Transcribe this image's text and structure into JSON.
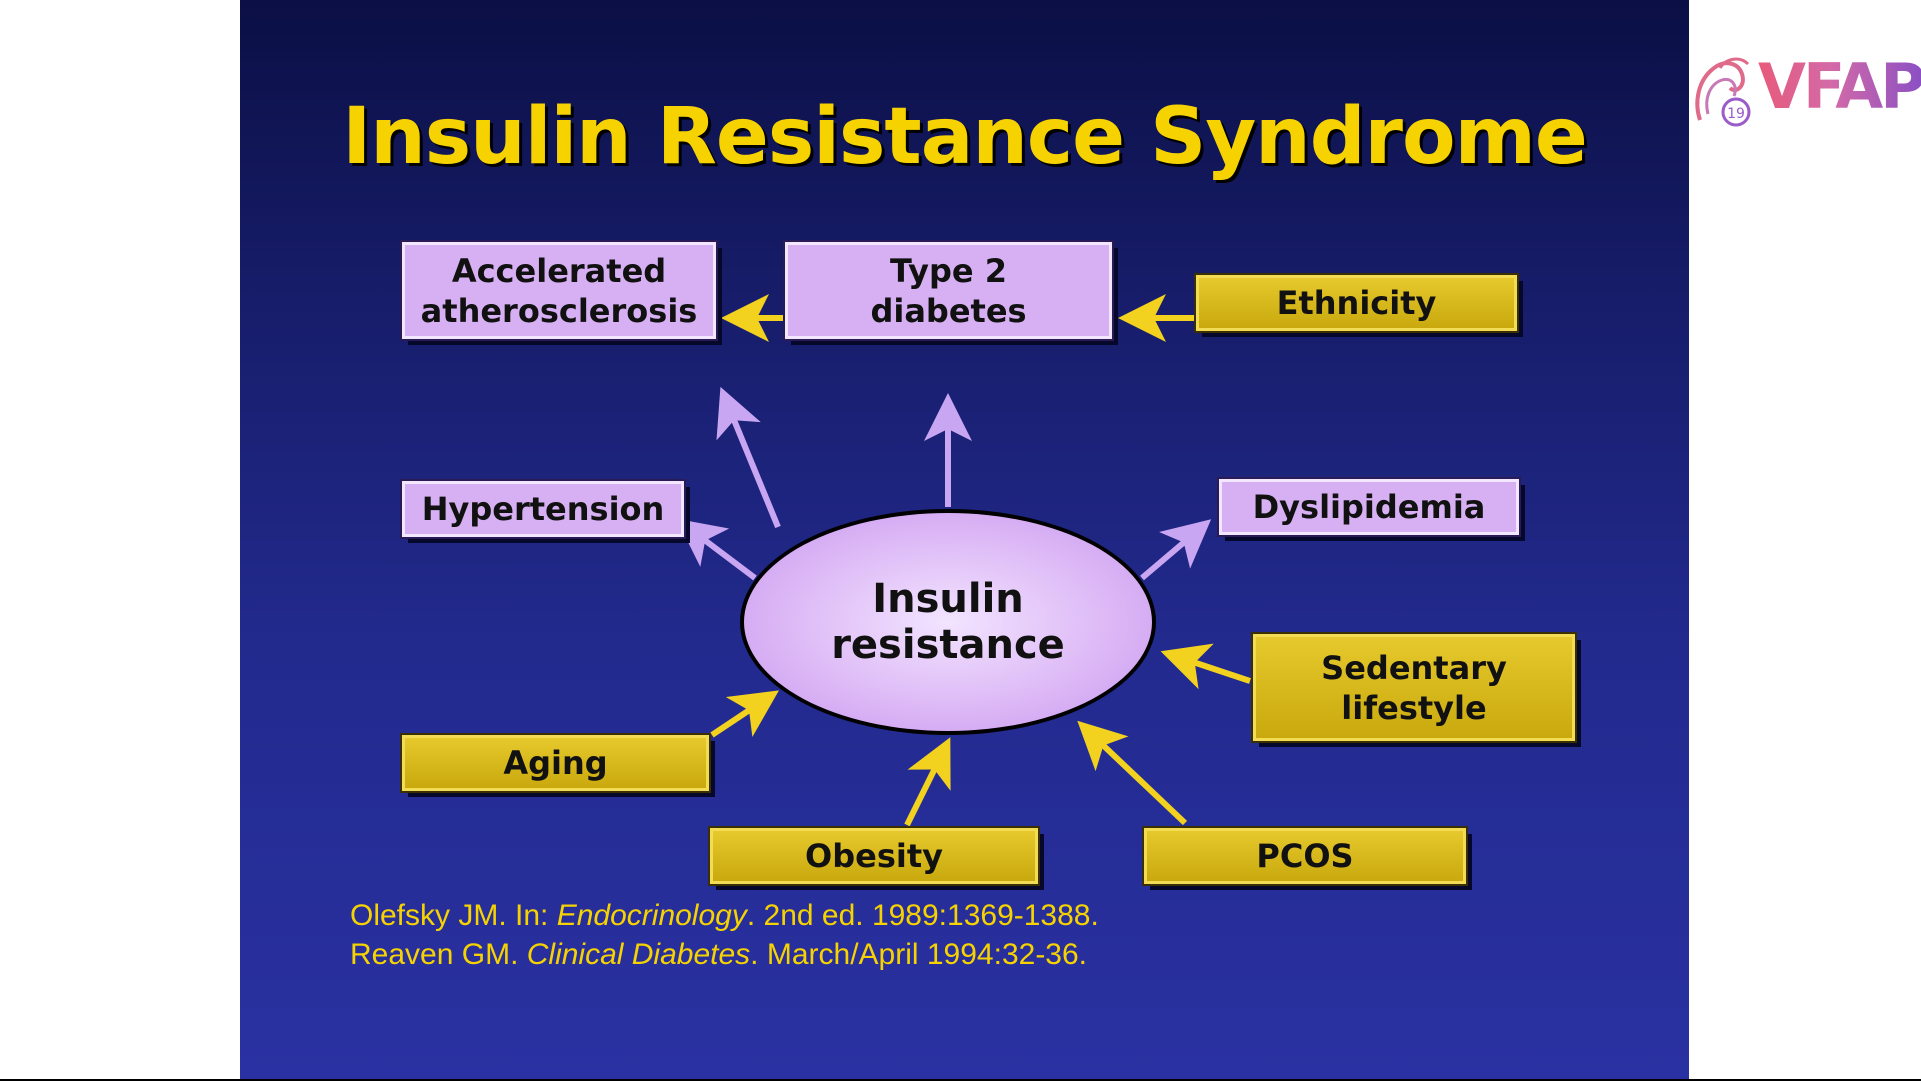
{
  "slide": {
    "title": "Insulin Resistance Syndrome",
    "center": {
      "line1": "Insulin",
      "line2": "resistance"
    },
    "effects": [
      {
        "id": "accelerated-atherosclerosis",
        "line1": "Accelerated",
        "line2": "atherosclerosis"
      },
      {
        "id": "type-2-diabetes",
        "line1": "Type 2",
        "line2": "diabetes"
      },
      {
        "id": "hypertension",
        "line1": "Hypertension"
      },
      {
        "id": "dyslipidemia",
        "line1": "Dyslipidemia"
      }
    ],
    "causes": [
      {
        "id": "ethnicity",
        "line1": "Ethnicity"
      },
      {
        "id": "sedentary-lifestyle",
        "line1": "Sedentary",
        "line2": "lifestyle"
      },
      {
        "id": "aging",
        "line1": "Aging"
      },
      {
        "id": "obesity",
        "line1": "Obesity"
      },
      {
        "id": "pcos",
        "line1": "PCOS"
      }
    ],
    "references": [
      {
        "pre": "Olefsky JM. In: ",
        "italic": "Endocrinology",
        "post": ". 2nd ed. 1989:1369-1388."
      },
      {
        "pre": "Reaven GM. ",
        "italic": "Clinical Diabetes",
        "post": ". March/April 1994:32-36."
      }
    ]
  },
  "logo": {
    "text": "VFAP",
    "badge_number": "19"
  },
  "colors": {
    "title": "#f6d300",
    "effect_box": "#d6b0f2",
    "cause_box": "#d9bb1c",
    "effect_arrow": "#c9a6f2",
    "cause_arrow": "#f2d21e",
    "background_top": "#0b0f45",
    "background_bottom": "#2a31a2"
  }
}
